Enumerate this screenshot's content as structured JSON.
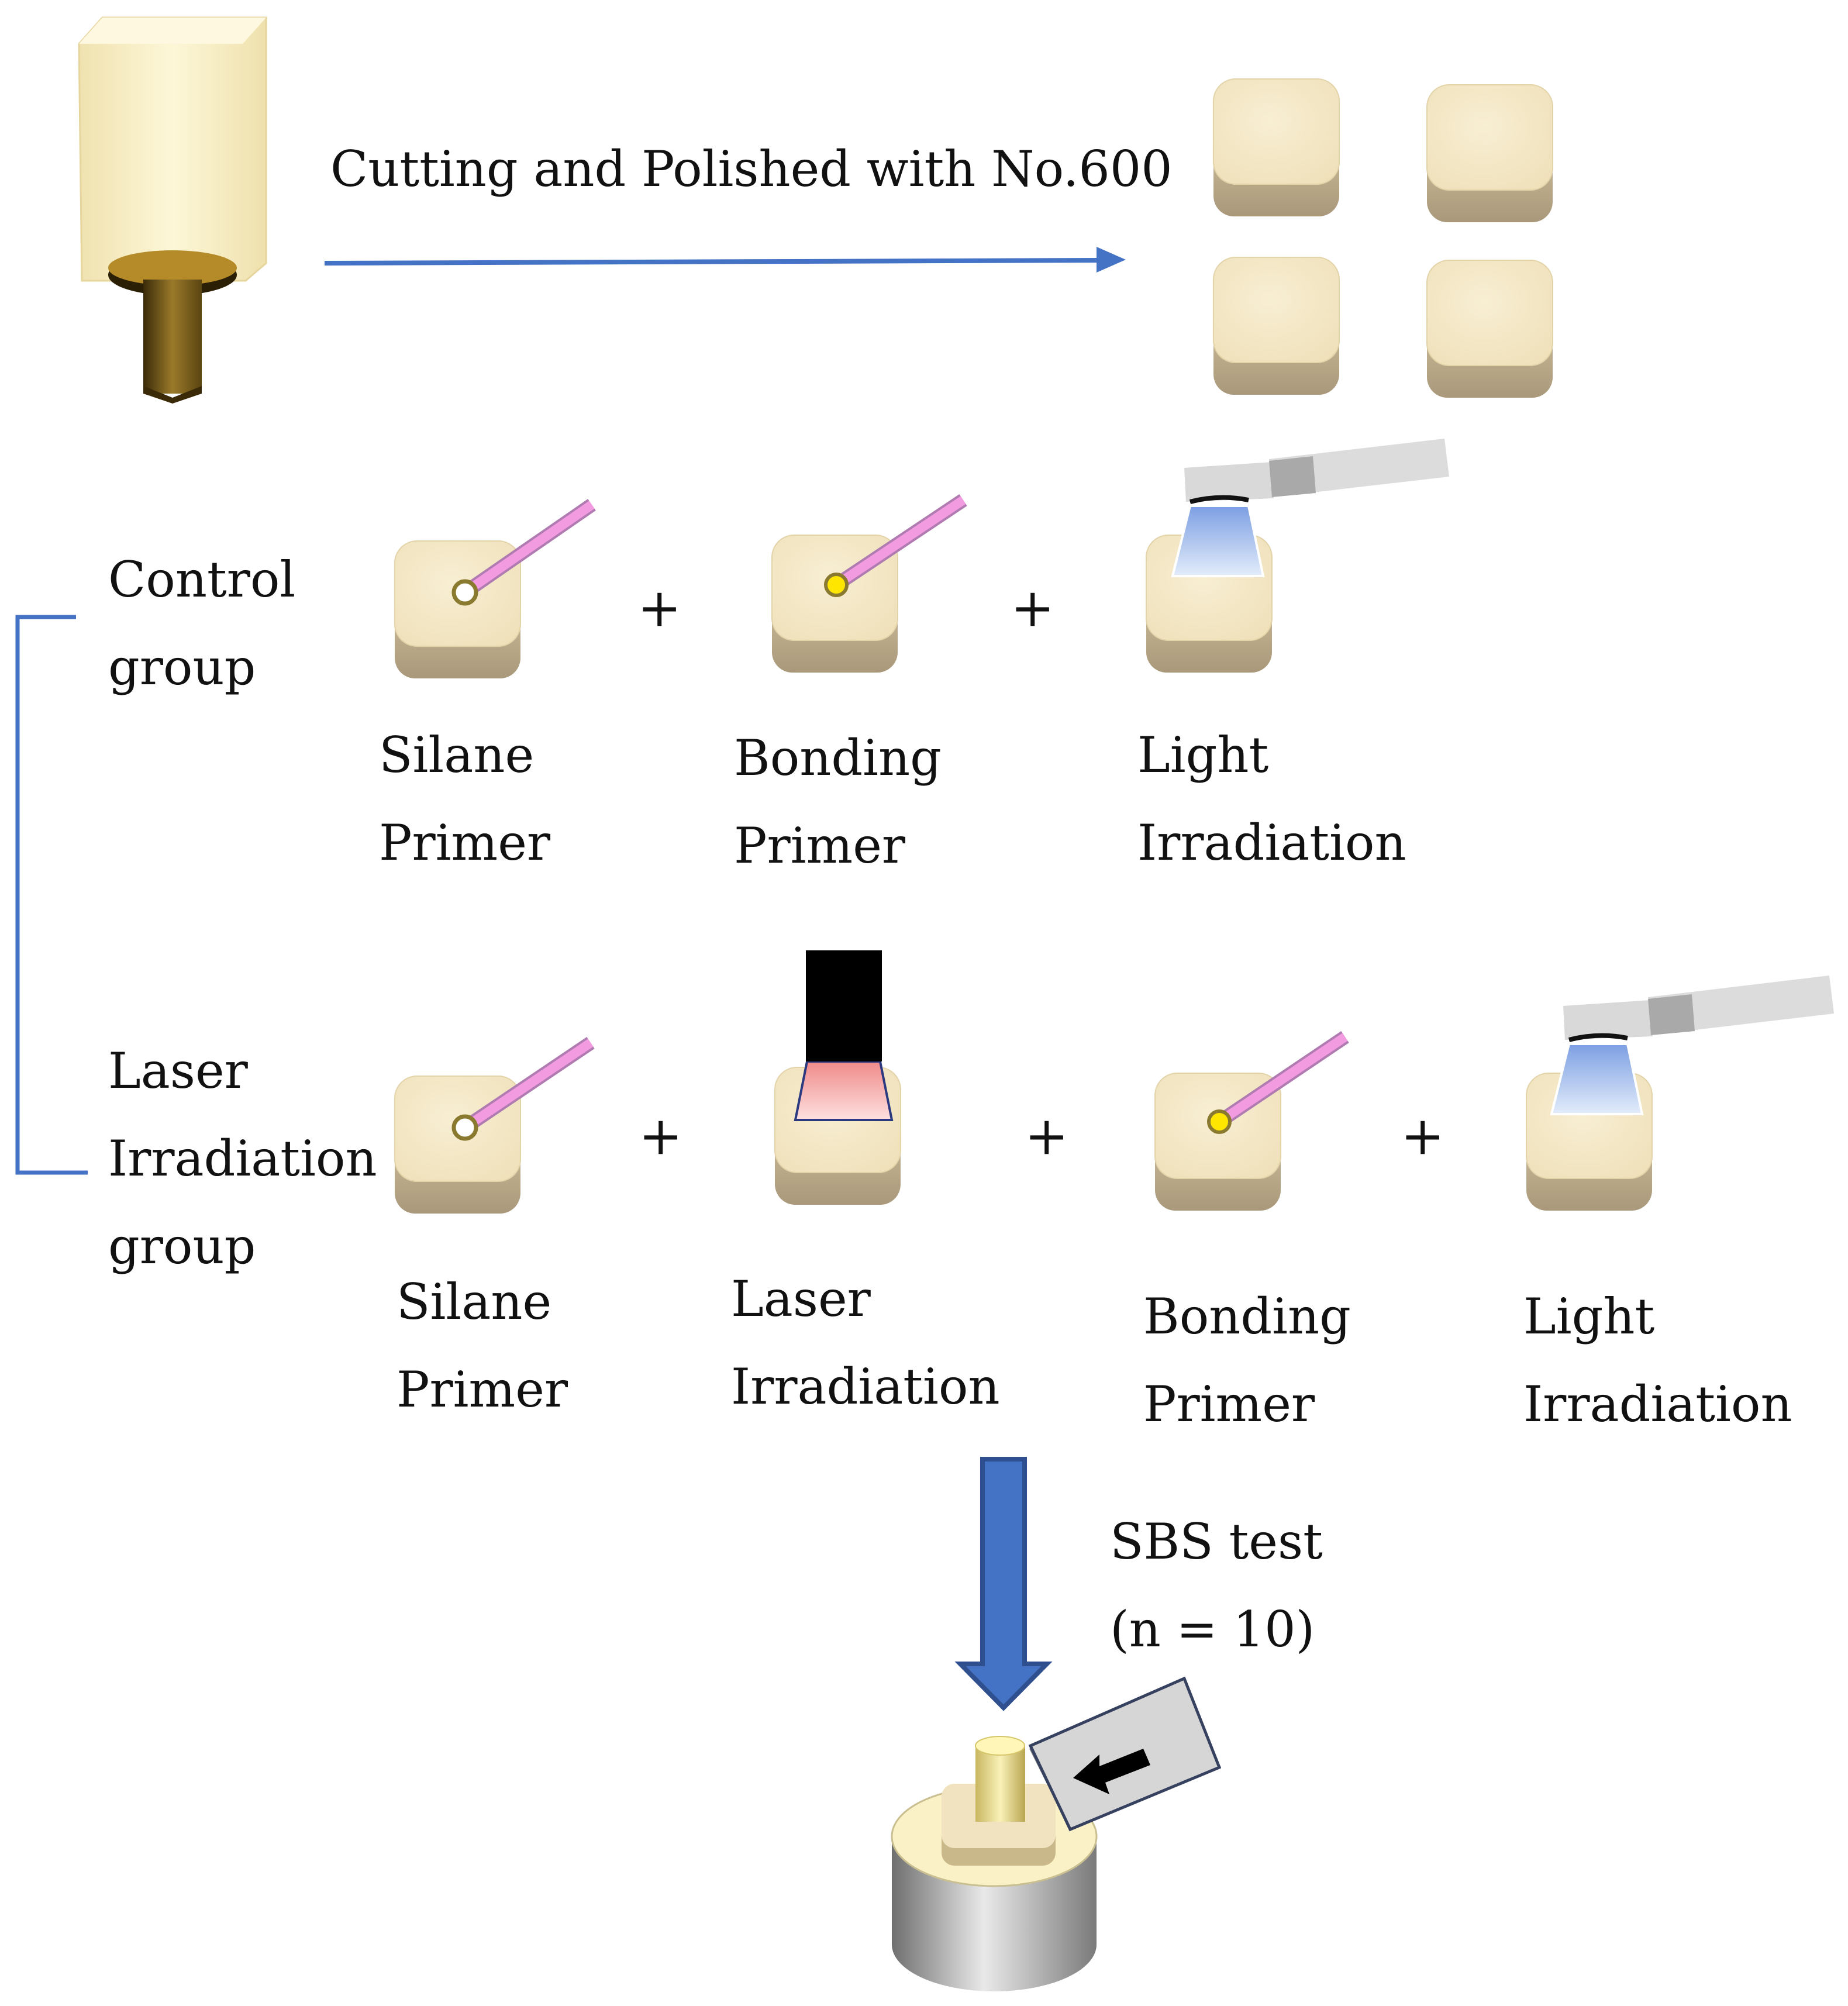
{
  "header": {
    "process_label": "Cutting and Polished with No.600"
  },
  "groups": {
    "control": {
      "label_lines": [
        "Control",
        "group"
      ],
      "steps": [
        {
          "lines": [
            "Silane",
            "Primer"
          ]
        },
        {
          "lines": [
            "Bonding",
            "Primer"
          ]
        },
        {
          "lines": [
            "Light",
            "Irradiation"
          ]
        }
      ]
    },
    "laser": {
      "label_lines": [
        "Laser",
        "Irradiation",
        "group"
      ],
      "steps": [
        {
          "lines": [
            "Silane",
            "Primer"
          ]
        },
        {
          "lines": [
            "Laser",
            "Irradiation"
          ]
        },
        {
          "lines": [
            "Bonding",
            "Primer"
          ]
        },
        {
          "lines": [
            "Light",
            "Irradiation"
          ]
        }
      ]
    },
    "plus_sign": "+"
  },
  "test": {
    "lines": [
      "SBS test",
      "(n = 10)"
    ]
  },
  "colors": {
    "block_top": "#f3e7c6",
    "block_side": "#c6b893",
    "arrow_blue": "#4472c4",
    "applicator": "#f29be0",
    "laser_head": "#000000",
    "laser_beam": "#f4a6a6",
    "light_beam": "#8eaee8",
    "ingot": "#fbf1c8",
    "mandrel": "#8a6a1c"
  }
}
